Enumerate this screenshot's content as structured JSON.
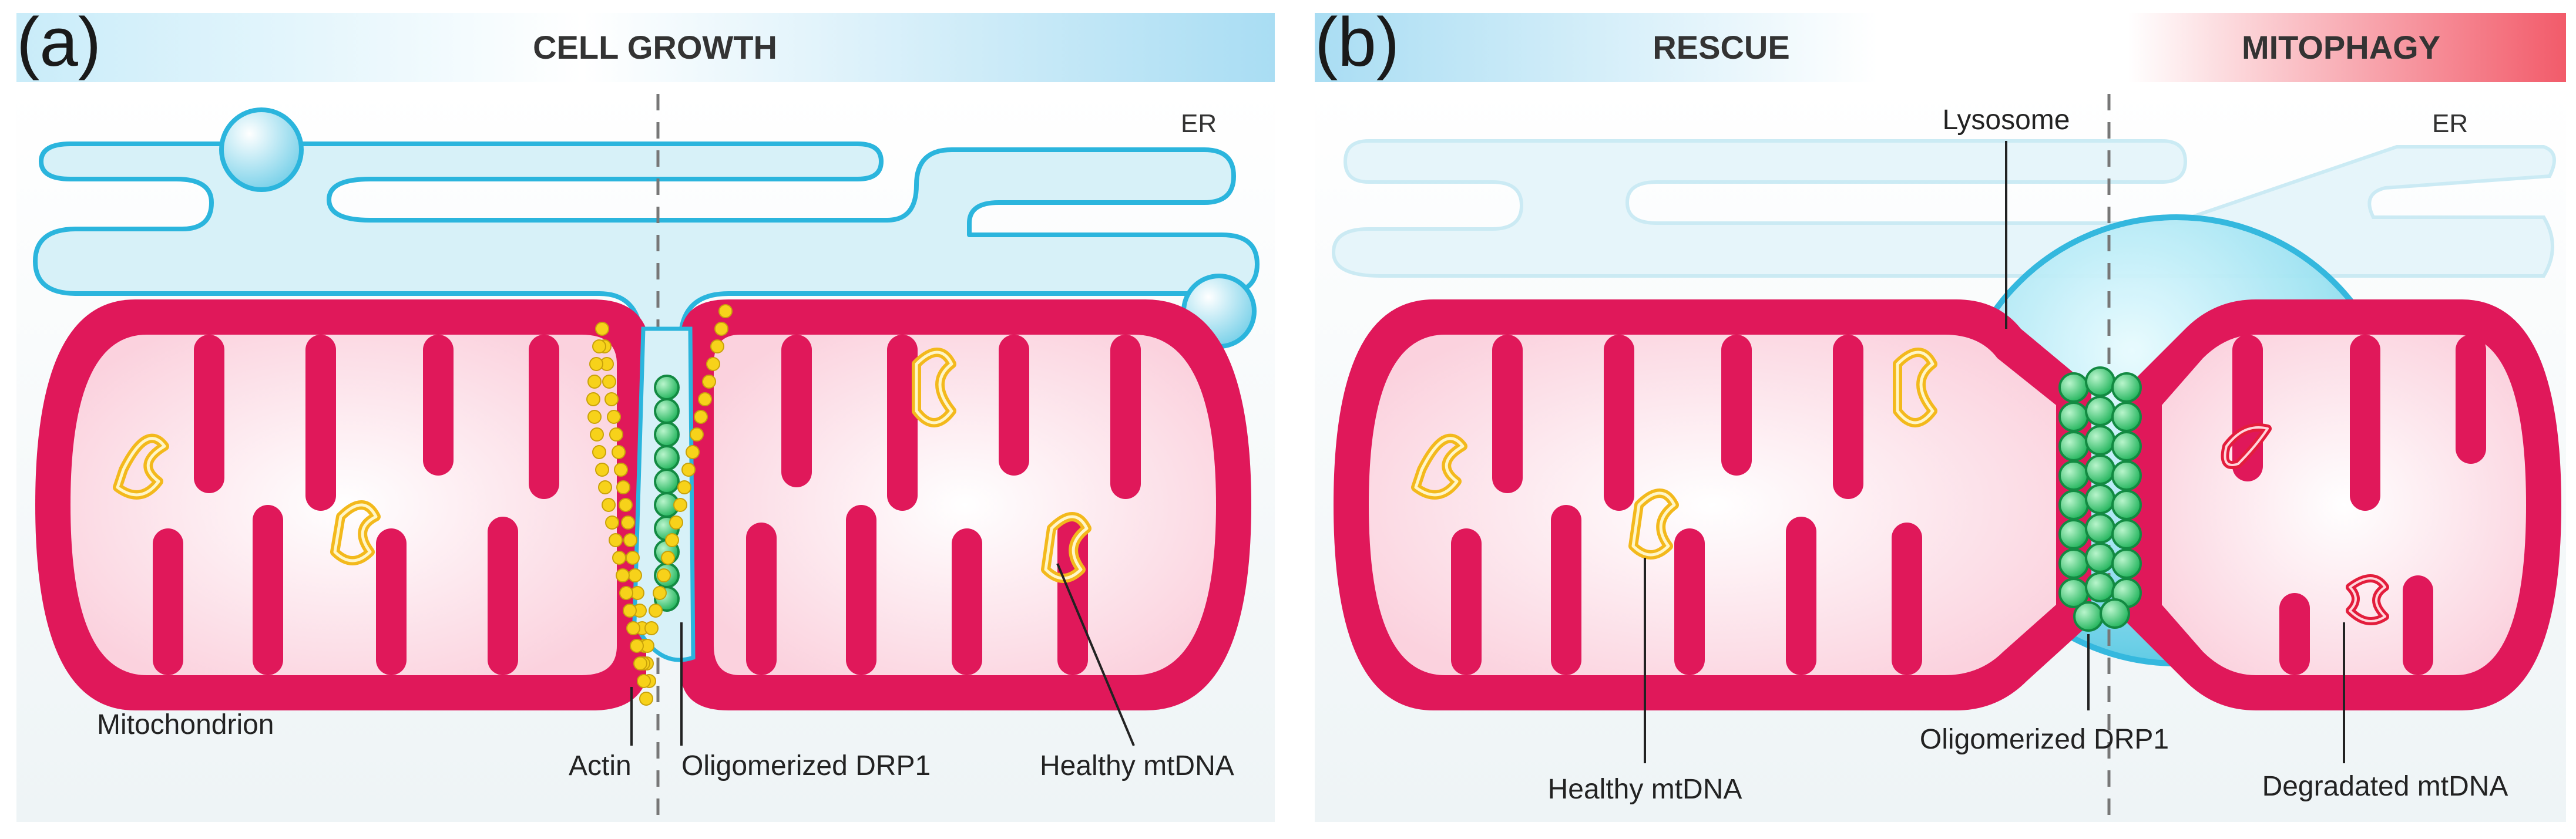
{
  "panel_a": {
    "letter": "(a)",
    "header": "CELL GROWTH",
    "labels": {
      "er": "ER",
      "mitochondrion": "Mitochondrion",
      "actin": "Actin",
      "drp1": "Oligomerized DRP1",
      "healthy_mtdna": "Healthy mtDNA"
    }
  },
  "panel_b": {
    "letter": "(b)",
    "header_left": "RESCUE",
    "header_right": "MITOPHAGY",
    "labels": {
      "lysosome": "Lysosome",
      "er": "ER",
      "healthy_mtdna": "Healthy mtDNA",
      "drp1": "Oligomerized DRP1",
      "degraded_mtdna": "Degradated mtDNA"
    }
  },
  "colors": {
    "mito_outer": "#e0185a",
    "mito_inner": "#fde2ea",
    "er_fill": "#d7f1f8",
    "er_stroke": "#2bb5dd",
    "drp1": "#1fb35a",
    "actin": "#f7d21a",
    "mtdna_healthy": "#f3b91c",
    "mtdna_degraded": "#e31d3c",
    "header_blue": "#a9ddf3",
    "header_red": "#f25b6a"
  }
}
